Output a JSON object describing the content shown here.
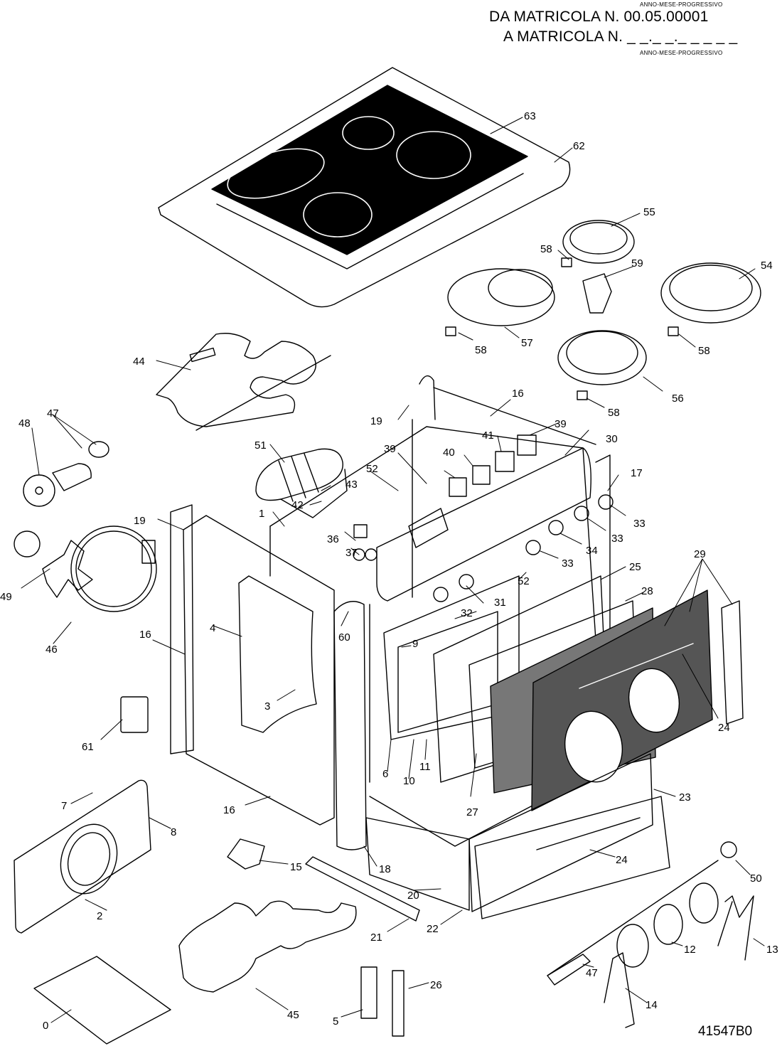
{
  "header": {
    "top_caption": "ANNO-MESE-PROGRESSIVO",
    "from_serial": "DA MATRICOLA  N. 00.05.00001",
    "to_serial": "A MATRICOLA  N. _ _._ _._ _ _ _ _",
    "bottom_caption": "ANNO-MESE-PROGRESSIVO"
  },
  "doc_code": "41547B0",
  "labels": {
    "p0": "0",
    "p2": "2",
    "p3": "3",
    "p4": "4",
    "p5": "5",
    "p6": "6",
    "p7": "7",
    "p8": "8",
    "p9": "9",
    "p10": "10",
    "p11": "11",
    "p12": "12",
    "p13": "13",
    "p14": "14",
    "p15": "15",
    "p16a": "16",
    "p16b": "16",
    "p16c": "16",
    "p17": "17",
    "p18": "18",
    "p19a": "19",
    "p19b": "19",
    "p20": "20",
    "p21": "21",
    "p22": "22",
    "p23": "23",
    "p24a": "24",
    "p24b": "24",
    "p25": "25",
    "p26": "26",
    "p27": "27",
    "p28": "28",
    "p29": "29",
    "p30": "30",
    "p31": "31",
    "p32": "32",
    "p33a": "33",
    "p33b": "33",
    "p33c": "33",
    "p34": "34",
    "p36": "36",
    "p37": "37",
    "p39a": "39",
    "p39b": "39",
    "p40": "40",
    "p41": "41",
    "p42": "42",
    "p43": "43",
    "p44": "44",
    "p45": "45",
    "p46": "46",
    "p47a": "47",
    "p47b": "47",
    "p48": "48",
    "p49": "49",
    "p50": "50",
    "p51": "51",
    "p52a": "52",
    "p52b": "52",
    "p54": "54",
    "p55": "55",
    "p56": "56",
    "p57": "57",
    "p58a": "58",
    "p58b": "58",
    "p58c": "58",
    "p58d": "58",
    "p59": "59",
    "p60": "60",
    "p61": "61",
    "p62": "62",
    "p63": "63",
    "p1": "1"
  }
}
